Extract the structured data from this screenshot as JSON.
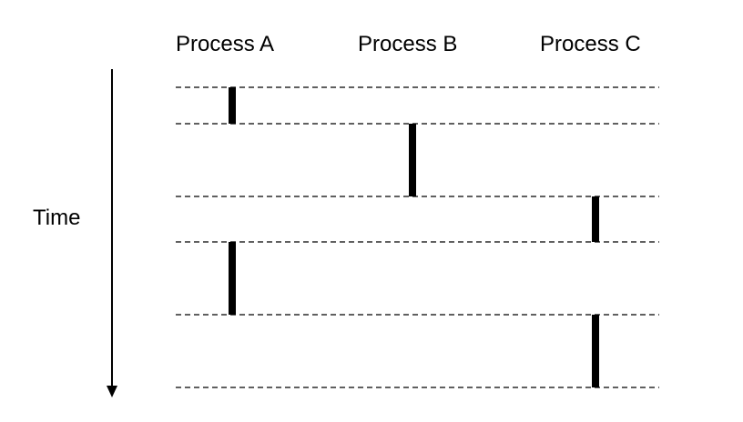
{
  "axis": {
    "label": "Time",
    "direction": "down"
  },
  "processes": [
    {
      "name": "Process A"
    },
    {
      "name": "Process B"
    },
    {
      "name": "Process C"
    }
  ],
  "time_marks": [
    0,
    1,
    3,
    4,
    6,
    8
  ],
  "executions": [
    {
      "process": "Process A",
      "start": 0,
      "end": 1
    },
    {
      "process": "Process B",
      "start": 1,
      "end": 3
    },
    {
      "process": "Process C",
      "start": 3,
      "end": 4
    },
    {
      "process": "Process A",
      "start": 4,
      "end": 6
    },
    {
      "process": "Process C",
      "start": 6,
      "end": 8
    }
  ],
  "colors": {
    "ink": "#000000",
    "background": "#ffffff"
  }
}
